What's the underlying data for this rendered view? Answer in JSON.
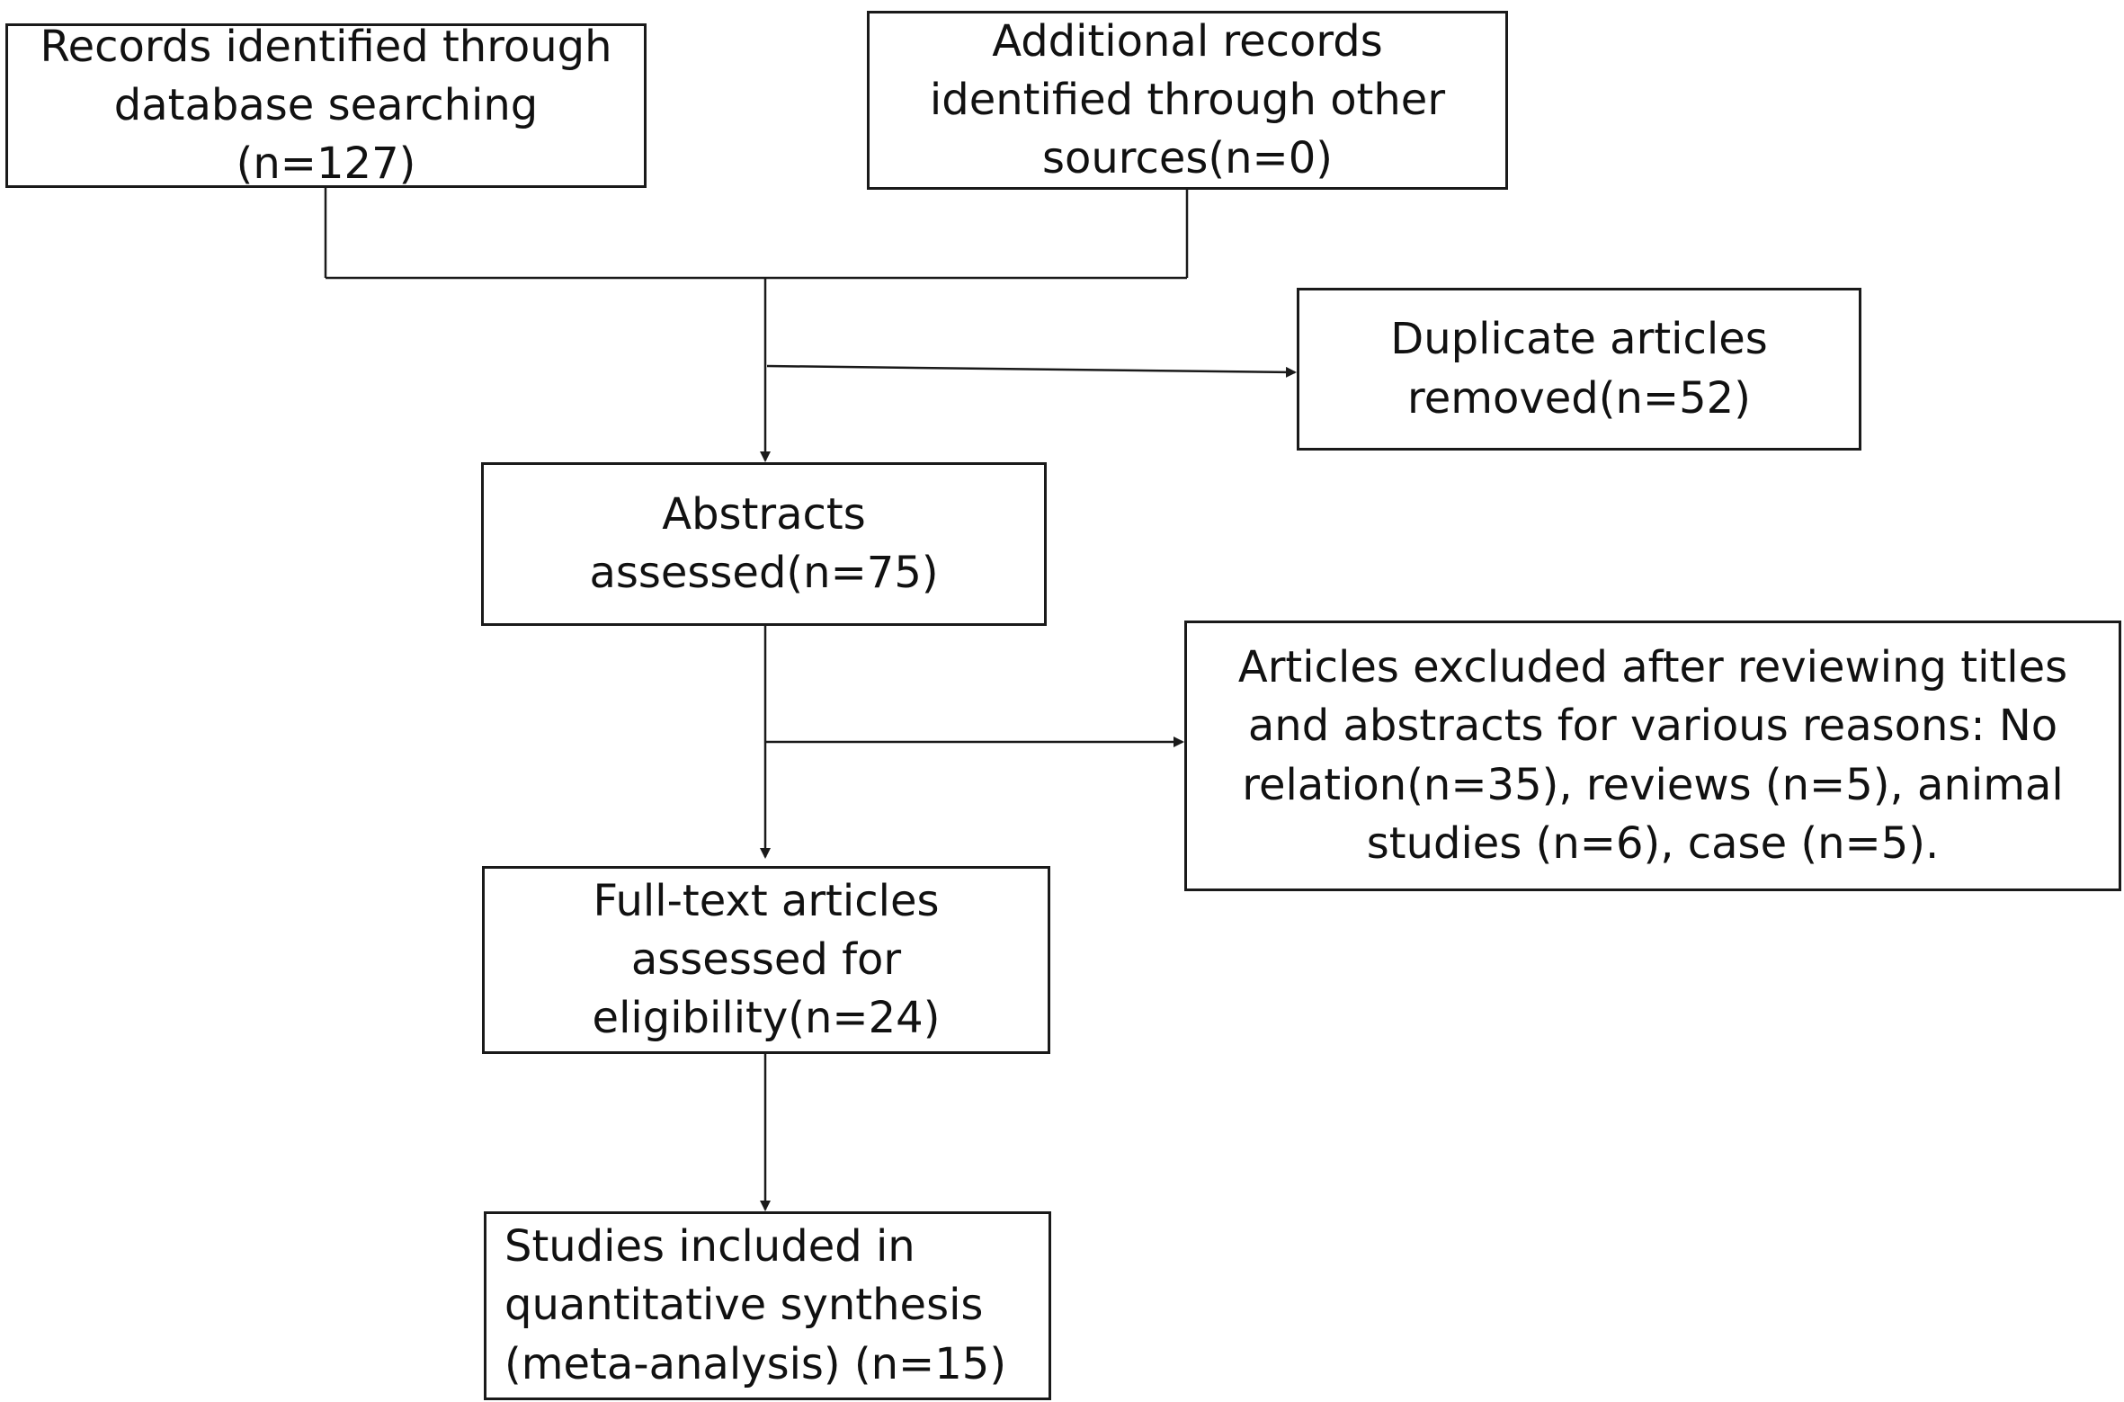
{
  "flowchart": {
    "boxes": {
      "database_records": "Records identified through database searching (n=127)",
      "other_sources": "Additional records identified through other sources(n=0)",
      "duplicates_removed": "Duplicate articles removed(n=52)",
      "abstracts_assessed": "Abstracts assessed(n=75)",
      "articles_excluded": "Articles excluded after reviewing titles and abstracts for various reasons: No relation(n=35), reviews (n=5), animal studies (n=6), case (n=5).",
      "fulltext_assessed": "Full-text articles assessed for eligibility(n=24)",
      "studies_included": "Studies included in quantitative synthesis (meta-analysis) (n=15)"
    }
  },
  "colors": {
    "line": "#1a1a1a",
    "box_border": "#1a1a1a",
    "background": "#ffffff"
  }
}
